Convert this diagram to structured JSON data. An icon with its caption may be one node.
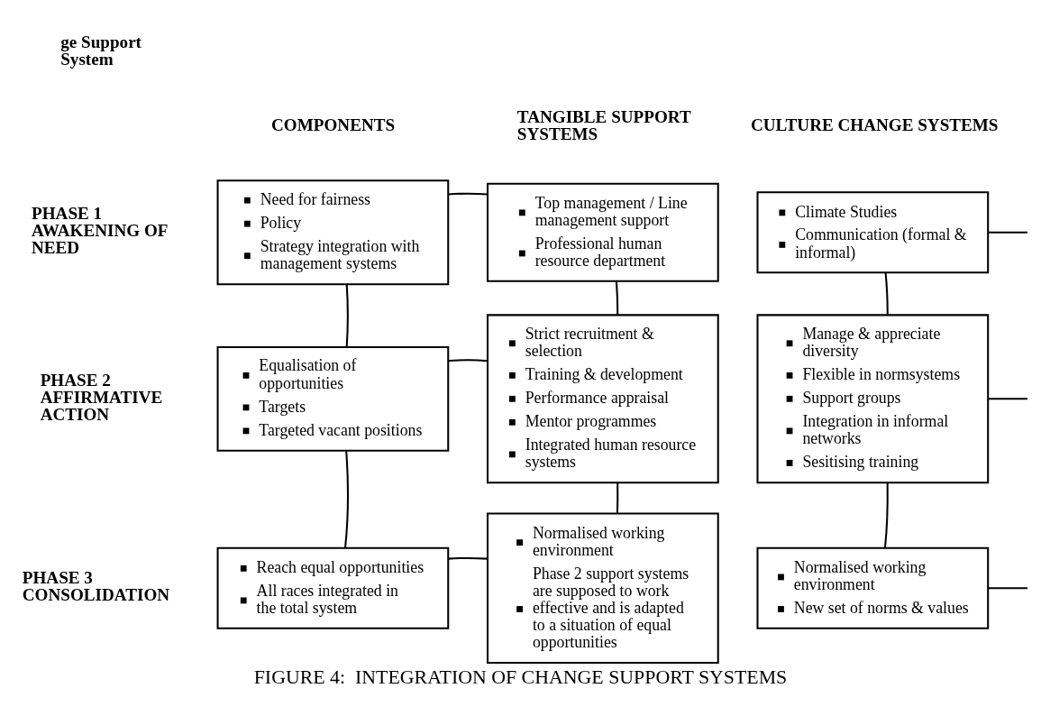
{
  "diagram": {
    "caption": "FIGURE 4:  INTEGRATION OF CHANGE SUPPORT SYSTEMS",
    "nodes": [
      {
        "text": [
          "Need for fairness",
          "Policy",
          "Strategy integration with management systems"
        ]
      },
      {
        "text": [
          "Top management / Line management support",
          "Professional human resource department"
        ]
      },
      {
        "text": [
          "Climate Studies",
          "Communication (formal & informal)"
        ]
      },
      {
        "text": [
          "Equalisation of opportunities",
          "Targets",
          "Targeted vacant positions"
        ]
      },
      {
        "text": [
          "Strict recruitment & selection",
          "Training & development",
          "Performance appraisal",
          "Mentor programmes",
          "Integrated human resource systems"
        ]
      },
      {
        "text": [
          "Manage & appreciate diversity",
          "Flexible in normsystems",
          "Support groups",
          "Integration in informal networks",
          "Sesitising training"
        ]
      },
      {
        "text": [
          "Reach equal opportunities",
          "All races integrated in the total system"
        ]
      },
      {
        "text": [
          "Normalised working environment",
          "Phase 2 support systems are supposed to work effective and is adapted to a situation of equal opportunities"
        ]
      },
      {
        "text": [
          "Normalised working environment",
          "New set of norms & values"
        ]
      }
    ],
    "edges": [
      {
        "from": 0,
        "to": 1,
        "arrow": "none"
      },
      {
        "from": 2,
        "to": null,
        "arrow": "none"
      },
      {
        "from": 0,
        "to": 3,
        "arrow": "none"
      },
      {
        "from": 1,
        "to": 4,
        "arrow": "none"
      },
      {
        "from": 2,
        "to": 5,
        "arrow": "none"
      },
      {
        "from": 3,
        "to": 4,
        "arrow": "none"
      },
      {
        "from": 5,
        "to": null,
        "arrow": "none"
      },
      {
        "from": 3,
        "to": 6,
        "arrow": "none"
      },
      {
        "from": 4,
        "to": 7,
        "arrow": "none"
      },
      {
        "from": 5,
        "to": 8,
        "arrow": "none"
      },
      {
        "from": 6,
        "to": 7,
        "arrow": "none"
      },
      {
        "from": 8,
        "to": null,
        "arrow": "none"
      }
    ],
    "labels": [
      "ge Support System",
      "COMPONENTS",
      "TANGIBLE SUPPORT SYSTEMS",
      "CULTURE CHANGE SYSTEMS",
      "PHASE 1 AWAKENING OF NEED",
      "PHASE 2 AFFIRMATIVE ACTION",
      "PHASE 3 CONSOLIDATION"
    ]
  }
}
